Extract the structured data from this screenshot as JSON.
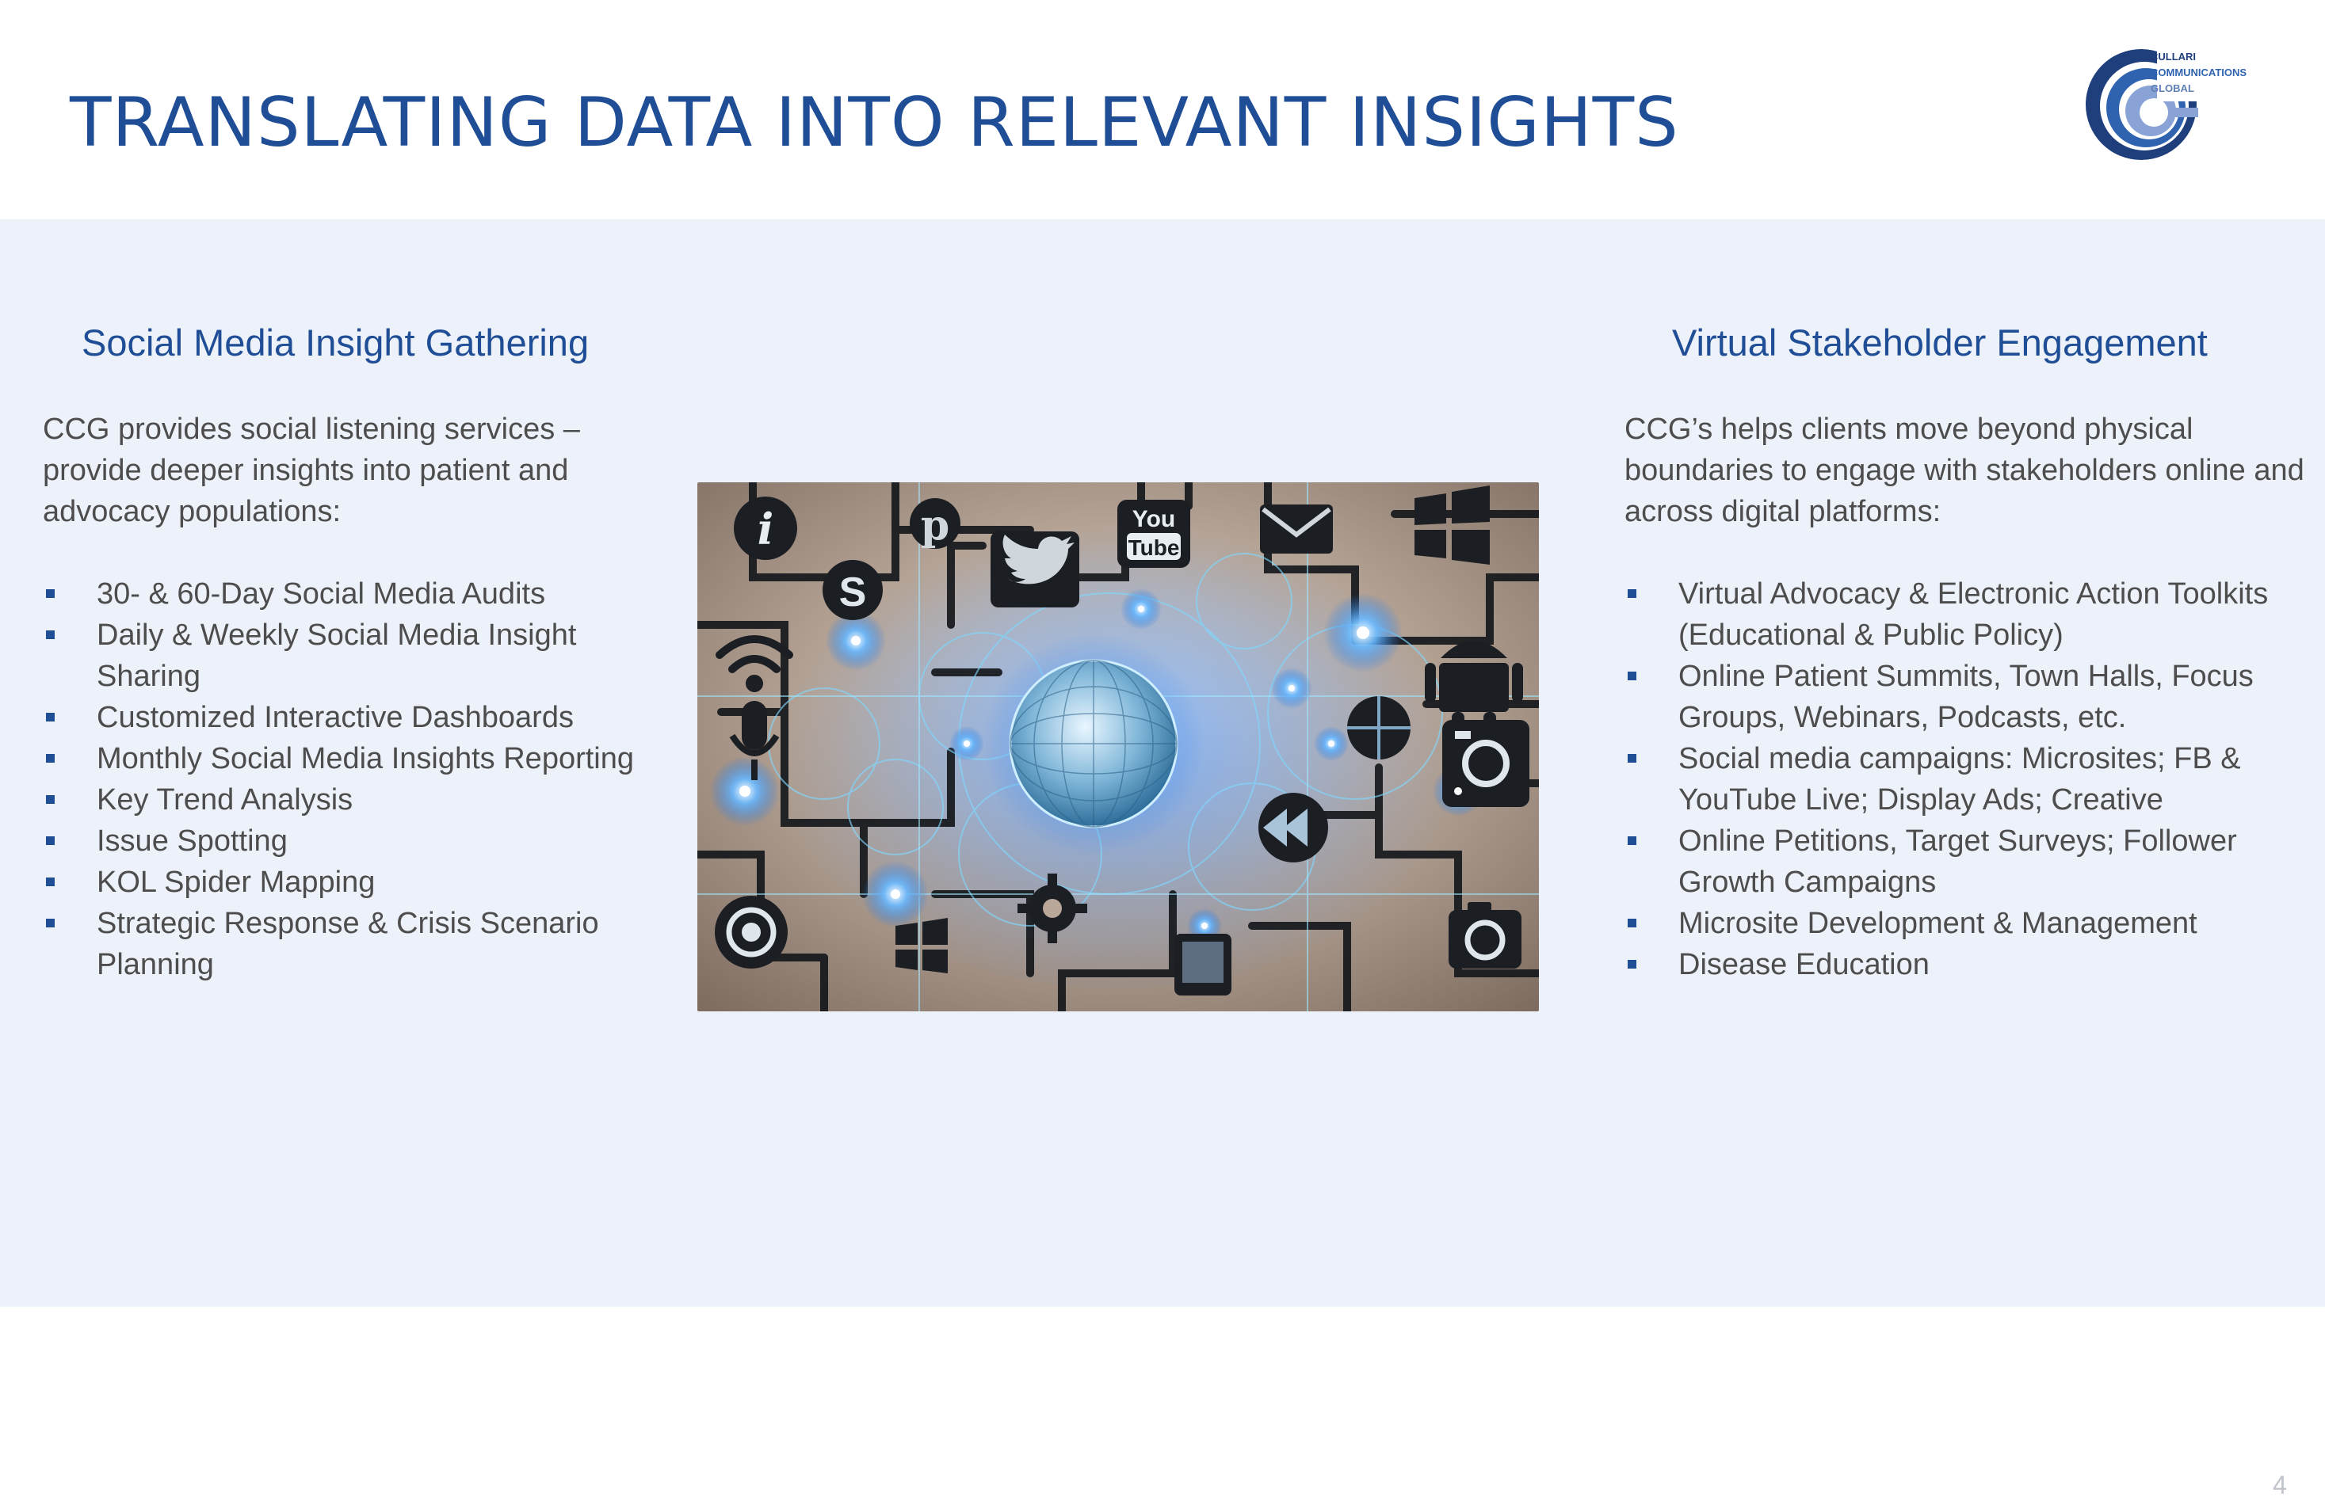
{
  "title": "TRANSLATING DATA INTO RELEVANT INSIGHTS",
  "logo": {
    "line1": "CULLARI",
    "line2": "COMMUNICATIONS",
    "line3": "GLOBAL",
    "colors": {
      "dark": "#1e3f7c",
      "mid": "#2f63b0",
      "light": "#8aa3d6"
    }
  },
  "left": {
    "heading": "Social Media Insight Gathering",
    "intro": "CCG provides social listening services – provide deeper insights into patient and advocacy populations:",
    "items": [
      "30- & 60-Day Social Media Audits",
      "Daily & Weekly Social Media Insight Sharing",
      "Customized Interactive Dashboards",
      "Monthly Social Media Insights Reporting",
      "Key Trend Analysis",
      "Issue Spotting",
      "KOL Spider Mapping",
      "Strategic Response & Crisis Scenario Planning"
    ]
  },
  "right": {
    "heading": "Virtual Stakeholder Engagement",
    "intro": "CCG’s helps clients move beyond physical boundaries to engage with stakeholders online and across digital platforms:",
    "items": [
      "Virtual Advocacy & Electronic Action Toolkits (Educational & Public Policy)",
      "Online Patient Summits, Town Halls, Focus Groups, Webinars, Podcasts, etc.",
      "Social media campaigns: Microsites; FB & YouTube Live; Display Ads; Creative",
      "Online Petitions, Target Surveys; Follower Growth Campaigns",
      "Microsite Development & Management",
      "Disease Education"
    ]
  },
  "image": {
    "youtube_you": "You",
    "youtube_tube": "Tube",
    "icons": [
      "info-icon",
      "pinterest-icon",
      "youtube-icon",
      "mail-icon",
      "windows-icon",
      "skype-icon",
      "twitter-icon",
      "wifi-icon",
      "android-icon",
      "microphone-icon",
      "camera-icon",
      "rewind-icon",
      "gear-icon",
      "rss-icon",
      "globe-icon"
    ]
  },
  "page_number": "4",
  "colors": {
    "accent": "#1f4e96",
    "background": "#edf2fa",
    "body_text": "#4d4d4d"
  }
}
